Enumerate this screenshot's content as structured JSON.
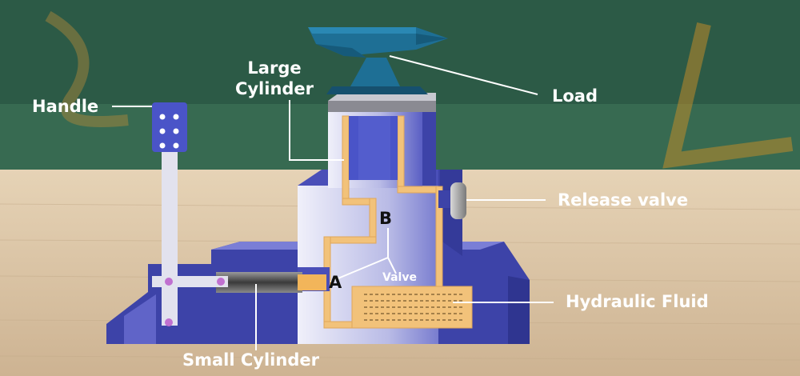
{
  "diagram": {
    "labels": {
      "handle": "Handle",
      "large_cylinder": [
        "Large",
        "Cylinder"
      ],
      "load": "Load",
      "release_valve": "Release valve",
      "hydraulic_fluid": "Hydraulic Fluid",
      "small_cylinder": "Small Cylinder",
      "valve": "Valve",
      "point_a": "A",
      "point_b": "B"
    },
    "colors": {
      "background_top": "#2c5a46",
      "floor": "#d8c3a5",
      "body": "#4a4fb8",
      "body_light": "#dcdcf0",
      "fluid": "#f2c27a",
      "handle_grip": "#4a54c8",
      "anvil": "#1e6f95",
      "leader_line": "#ffffff"
    }
  }
}
